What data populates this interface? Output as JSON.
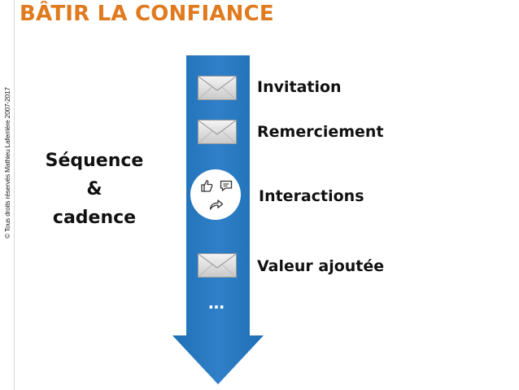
{
  "slide": {
    "title": "BÂTIR LA CONFIANCE",
    "copyright": "© Tous droits réservés Mathieu Laferrière 2007-2017",
    "left_text": {
      "line1": "Séquence",
      "line2": "&",
      "line3": "cadence"
    },
    "steps": [
      {
        "label": "Invitation",
        "icon": "envelope-icon"
      },
      {
        "label": "Remerciement",
        "icon": "envelope-icon"
      },
      {
        "label": "Interactions",
        "icon": "social-interactions-icon"
      },
      {
        "label": "Valeur ajoutée",
        "icon": "envelope-icon"
      }
    ],
    "ellipsis": "…"
  },
  "colors": {
    "title": "#e07a1f",
    "arrow": "#2a78bf",
    "text": "#111111"
  }
}
